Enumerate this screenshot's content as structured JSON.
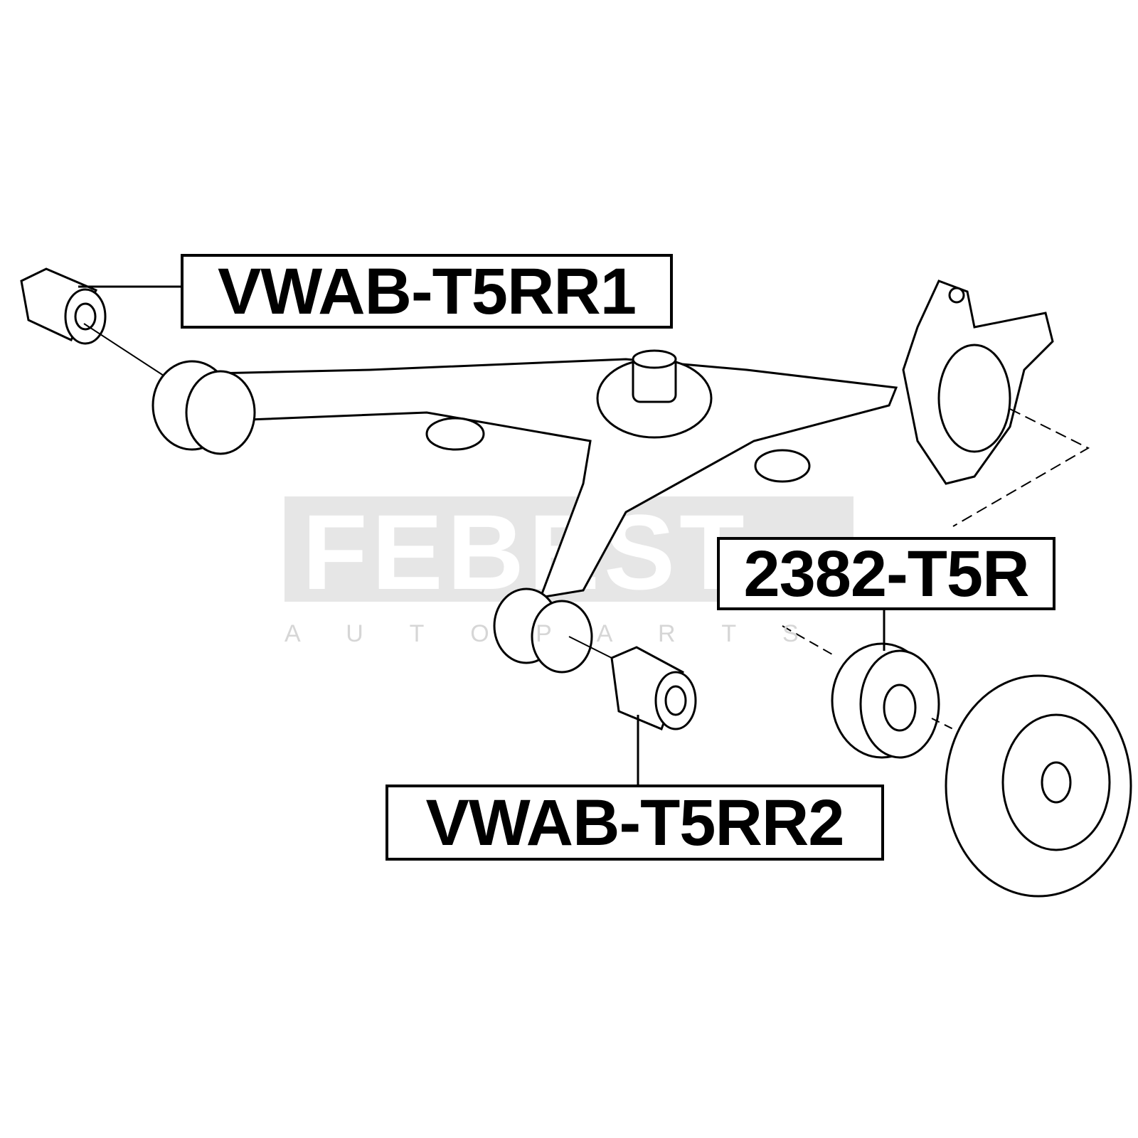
{
  "watermark": {
    "brand": "FEBEST",
    "sub": "A U T O P A R T S"
  },
  "labels": {
    "rear_bushing": "VWAB-T5RR1",
    "hub_bearing": "2382-T5R",
    "front_bushing": "VWAB-T5RR2"
  }
}
